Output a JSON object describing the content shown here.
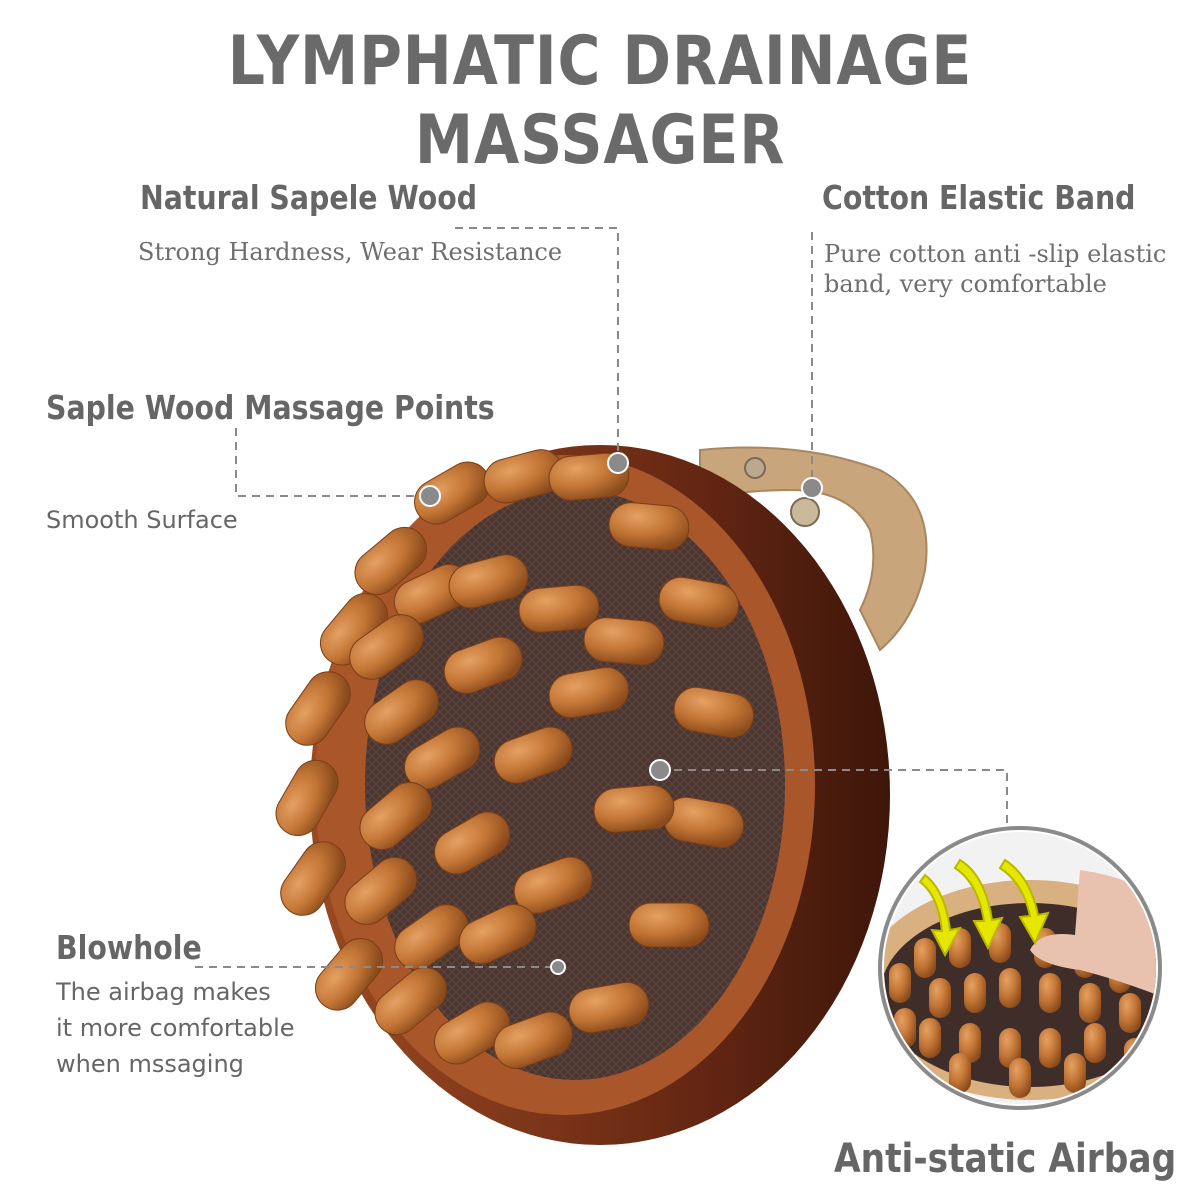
{
  "title": "LYMPHATIC DRAINAGE MASSAGER",
  "features": {
    "wood": {
      "heading": "Natural Sapele Wood",
      "desc": "Strong Hardness, Wear Resistance"
    },
    "band": {
      "heading": "Cotton Elastic Band",
      "desc_line1": "Pure cotton anti -slip elastic",
      "desc_line2": " band, very comfortable"
    },
    "points": {
      "heading": "Saple Wood Massage Points",
      "desc": "Smooth Surface"
    },
    "blowhole": {
      "heading": "Blowhole",
      "desc_line1": "The airbag makes",
      "desc_line2": "it more comfortable",
      "desc_line3": "when mssaging"
    },
    "airbag": {
      "heading": "Anti-static Airbag"
    }
  },
  "colors": {
    "text_gray": "#666666",
    "wood": "#b86a2e",
    "pad": "#4a3530",
    "arrow_yellow": "#e6e600"
  }
}
